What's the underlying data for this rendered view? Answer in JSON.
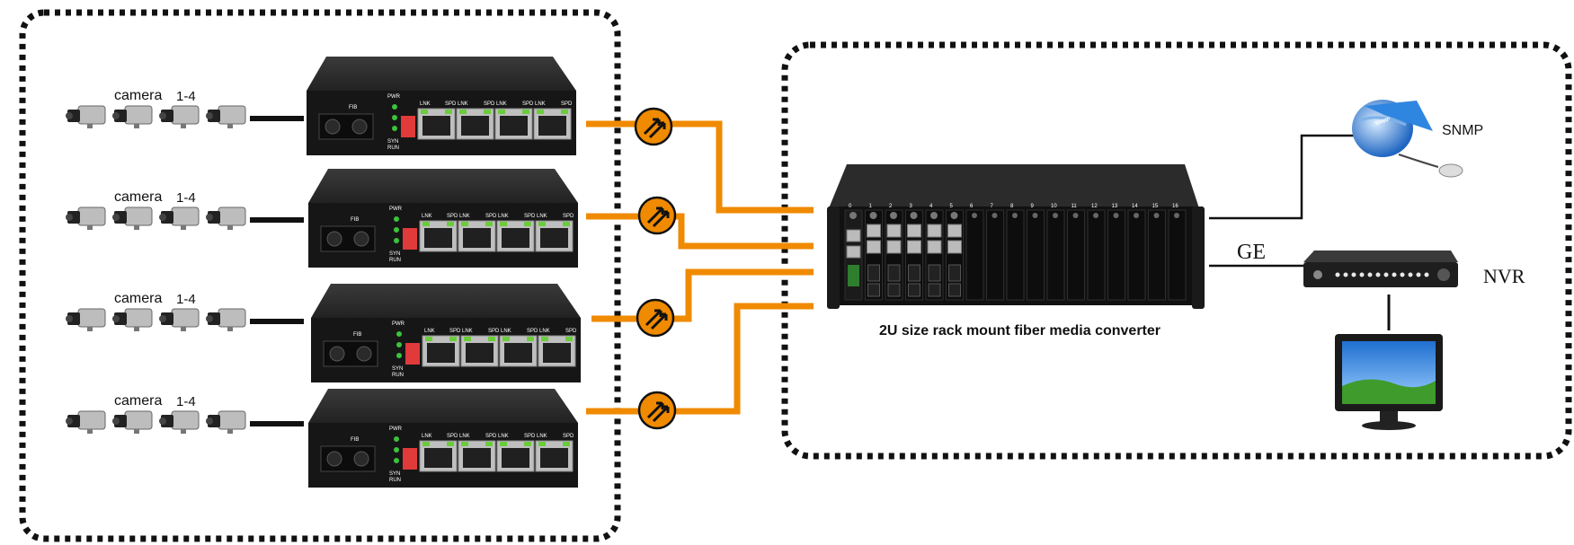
{
  "cameras": [
    {
      "label": "camera",
      "range": "1-4"
    },
    {
      "label": "camera",
      "range": "1-4"
    },
    {
      "label": "camera",
      "range": "1-4"
    },
    {
      "label": "camera",
      "range": "1-4"
    }
  ],
  "converter_labels": {
    "fib": "FIB",
    "pwr": "PWR",
    "syn": "SYN",
    "run": "RUN",
    "ports": [
      "LNK",
      "SPD LNK",
      "SPD LNK",
      "SPD LNK",
      "SPD"
    ]
  },
  "rack": {
    "caption": "2U size rack mount fiber media converter",
    "slot_numbers": [
      "0",
      "1",
      "2",
      "3",
      "4",
      "5",
      "6",
      "7",
      "8",
      "9",
      "10",
      "11",
      "12",
      "13",
      "14",
      "15",
      "16"
    ]
  },
  "network": {
    "snmp_label": "SNMP",
    "ge_label": "GE",
    "nvr_label": "NVR"
  },
  "colors": {
    "fiber_line": "#f08a00",
    "border": "#111111",
    "device_body": "#1e1e1e"
  },
  "icons": [
    "camera-icon",
    "fiber-connector-icon",
    "snmp-globe-icon",
    "nvr-icon",
    "monitor-icon"
  ]
}
